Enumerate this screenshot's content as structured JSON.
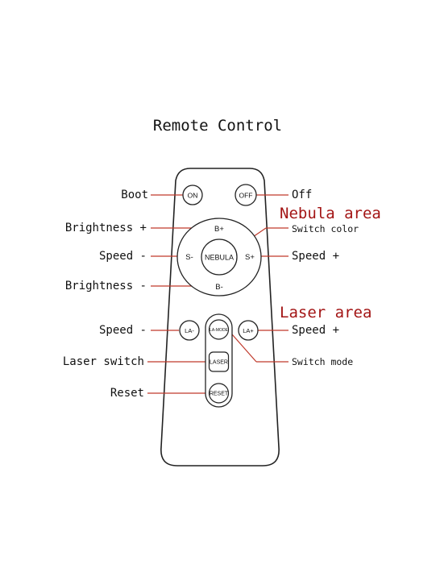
{
  "title": "Remote Control",
  "areas": {
    "nebula": "Nebula area",
    "laser": "Laser area"
  },
  "buttons": {
    "on": "ON",
    "off": "OFF",
    "b_plus": "B+",
    "b_minus": "B-",
    "s_minus": "S-",
    "s_plus": "S+",
    "nebula": "NEBULA",
    "la_minus": "LA-",
    "la_plus": "LA+",
    "la_mode": "LA-MODE",
    "laser": "LASER",
    "reset": "RESET"
  },
  "labels": {
    "boot": "Boot",
    "off": "Off",
    "brightness_plus": "Brightness +",
    "switch_color": "Switch color",
    "nebula_speed_minus": "Speed -",
    "nebula_speed_plus": "Speed +",
    "brightness_minus": "Brightness -",
    "laser_speed_minus": "Speed -",
    "laser_speed_plus": "Speed +",
    "laser_switch": "Laser switch",
    "switch_mode": "Switch mode",
    "reset": "Reset"
  },
  "colors": {
    "line": "#c0392b",
    "area_label": "#a31515",
    "outline": "#222222"
  }
}
